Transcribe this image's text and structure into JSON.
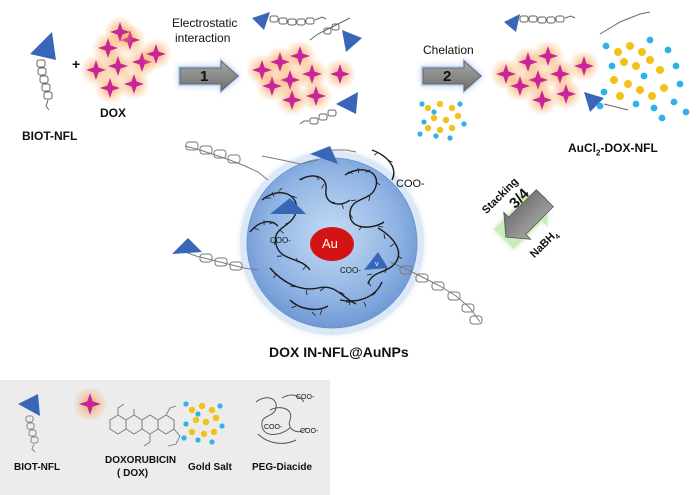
{
  "top_row": {
    "biot_nfl_label": "BIOT-NFL",
    "plus_sign": "+",
    "dox_label": "DOX",
    "step1_text_line1": "Electrostatic",
    "step1_text_line2": "interaction",
    "step1_number": "1",
    "step2_text": "Chelation",
    "step2_number": "2",
    "product_label_prefix": "AuCl",
    "product_label_sub": "2",
    "product_label_suffix": "-DOX-NFL"
  },
  "center": {
    "core_label": "Au",
    "coo_top_right": "COO-",
    "coo_left": "COO-",
    "coo_right": "COO-",
    "title": "DOX IN-NFL@AuNPs"
  },
  "step34": {
    "number": "3/4",
    "label_top": "Stacking",
    "label_bottom": "NaBH",
    "label_bottom_sub": "4"
  },
  "legend": {
    "items": [
      {
        "label": "BIOT-NFL"
      },
      {
        "label_line1": "DOXORUBICIN",
        "label_line2": "( DOX)"
      },
      {
        "label": "Gold Salt"
      },
      {
        "label": "PEG-Diacide"
      }
    ]
  },
  "colors": {
    "triangle": "#3a66b8",
    "star": "#c8259a",
    "star_glow": "#f6a55a",
    "gold": "#f2c21a",
    "cyan": "#2fb2e8",
    "au_core": "#d41414",
    "sphere": "#7da5dc",
    "arrow_gray": "#8c8c8c",
    "arrow_glow_blue": "#6a9ee8",
    "arrow_glow_green": "#a8e08a"
  }
}
